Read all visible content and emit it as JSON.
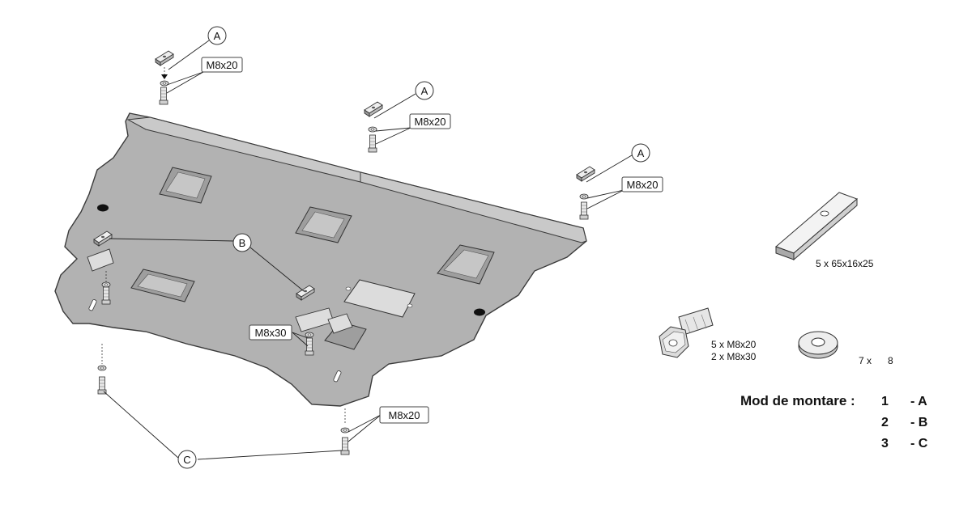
{
  "diagram": {
    "bolt_labels": {
      "top_left": "M8x20",
      "top_middle": "M8x20",
      "top_right": "M8x20",
      "center": "M8x30",
      "bottom": "M8x20"
    },
    "callouts": {
      "a_left": "A",
      "a_middle": "A",
      "a_right": "A",
      "b": "B",
      "c": "C"
    },
    "parts": {
      "plate_dims": "5 x 65x16x25",
      "bolt_line1": "5 x M8x20",
      "bolt_line2": "2 x M8x30",
      "washer_count": "7 x",
      "washer_size": "8"
    },
    "mounting": {
      "title": "Mod de montare :",
      "rows": [
        {
          "num": "1",
          "type": "- A"
        },
        {
          "num": "2",
          "type": "- B"
        },
        {
          "num": "3",
          "type": "- C"
        }
      ]
    },
    "colors": {
      "plate_fill": "#b2b2b2",
      "outline": "#3a3a3a"
    }
  }
}
